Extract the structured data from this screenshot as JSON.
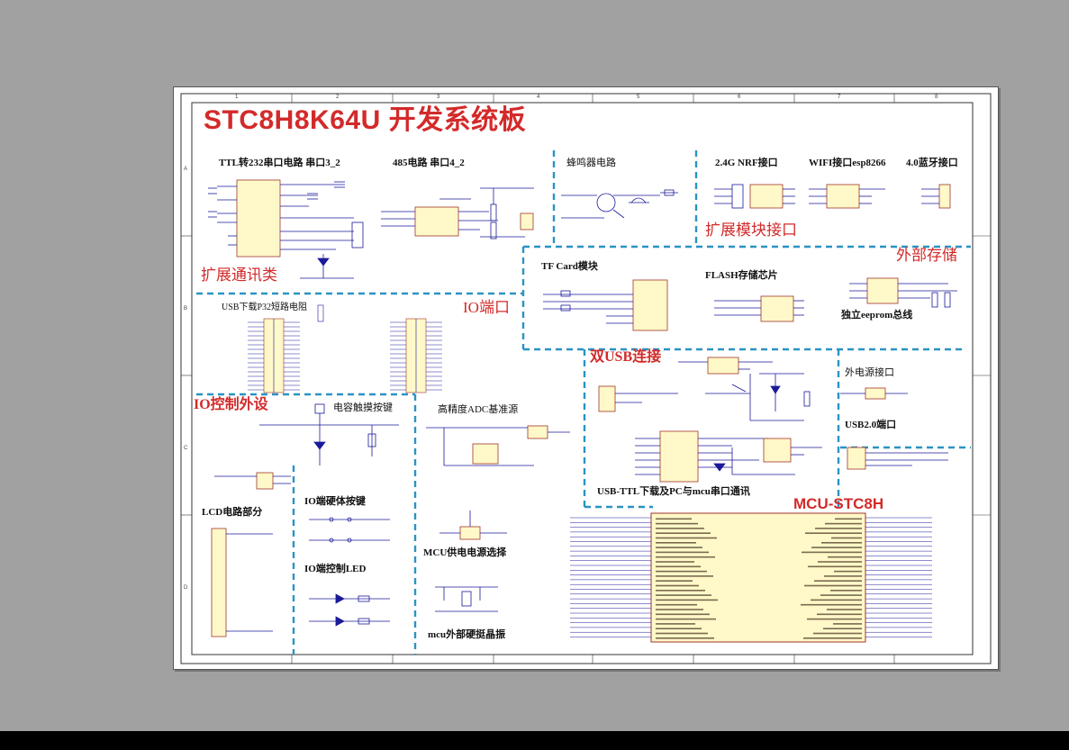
{
  "title": "STC8H8K64U 开发系统板",
  "colors": {
    "red": "#d32a2a",
    "wire": "#1a1a9a",
    "dash": "#2a93c4",
    "chip": "#fff8c8",
    "chip_edge": "#a0352a"
  },
  "section_labels": {
    "ttl": "TTL转232串口电路 串口3_2",
    "rs485": "485电路 串口4_2",
    "buzzer": "蜂鸣器电路",
    "nrf": "2.4G NRF接口",
    "wifi": "WIFI接口esp8266",
    "bt": "4.0蓝牙接口",
    "ext_module": "扩展模块接口",
    "ext_comm": "扩展通讯类",
    "ext_storage": "外部存储",
    "tf": "TF Card模块",
    "flash": "FLASH存储芯片",
    "eeprom": "独立eeprom总线",
    "usb_p32": "USB下载P32短路电阻",
    "io_port": "IO端口",
    "dual_usb": "双USB连接",
    "ext_power": "外电源接口",
    "usb2": "USB2.0端口",
    "io_periph": "IO控制外设",
    "touch": "电容触摸按键",
    "adc": "高精度ADC基准源",
    "io_key": "IO端硬体按键",
    "io_led": "IO端控制LED",
    "lcd": "LCD电路部分",
    "mcu_power": "MCU供电电源选择",
    "crystal": "mcu外部硬挺晶振",
    "usb_ttl": "USB-TTL下载及PC与mcu串口通讯",
    "mcu": "MCU-STC8H"
  },
  "border": {
    "columns": [
      "1",
      "2",
      "3",
      "4",
      "5",
      "6",
      "7",
      "8"
    ],
    "rows": [
      "A",
      "B",
      "C",
      "D"
    ]
  }
}
